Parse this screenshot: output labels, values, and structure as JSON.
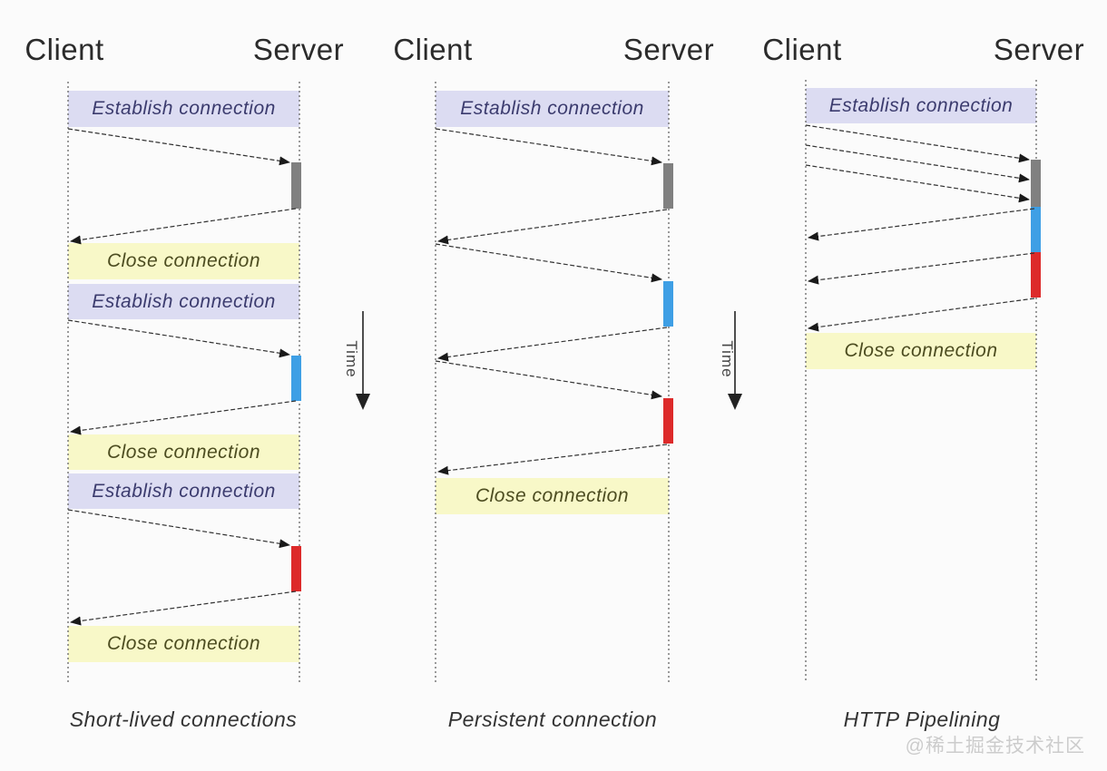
{
  "labels": {
    "client": "Client",
    "server": "Server",
    "time": "Time"
  },
  "columns": [
    {
      "caption": "Short-lived connections",
      "bands": [
        {
          "type": "establish",
          "label": "Establish connection"
        },
        {
          "type": "close",
          "label": "Close connection"
        },
        {
          "type": "establish",
          "label": "Establish connection"
        },
        {
          "type": "close",
          "label": "Close connection"
        },
        {
          "type": "establish",
          "label": "Establish connection"
        },
        {
          "type": "close",
          "label": "Close connection"
        }
      ]
    },
    {
      "caption": "Persistent connection",
      "bands": [
        {
          "type": "establish",
          "label": "Establish connection"
        },
        {
          "type": "close",
          "label": "Close connection"
        }
      ]
    },
    {
      "caption": "HTTP Pipelining",
      "bands": [
        {
          "type": "establish",
          "label": "Establish connection"
        },
        {
          "type": "close",
          "label": "Close connection"
        }
      ]
    }
  ],
  "watermark": "@稀土掘金技术社区",
  "colors": {
    "establish_band_bg": "#dcdcf2",
    "establish_band_text": "#3b3b6e",
    "close_band_bg": "#f8f8c8",
    "close_band_text": "#4c4c20",
    "processing_gray": "#808080",
    "processing_blue": "#3e9fe5",
    "processing_red": "#dd2a2a",
    "arrow_line": "#333333",
    "lifeline": "#666666",
    "header_text": "#2b2b2b",
    "caption_text": "#333333",
    "time_text": "#444444",
    "watermark_text": "#cccccc",
    "background": "#fbfbfb"
  }
}
